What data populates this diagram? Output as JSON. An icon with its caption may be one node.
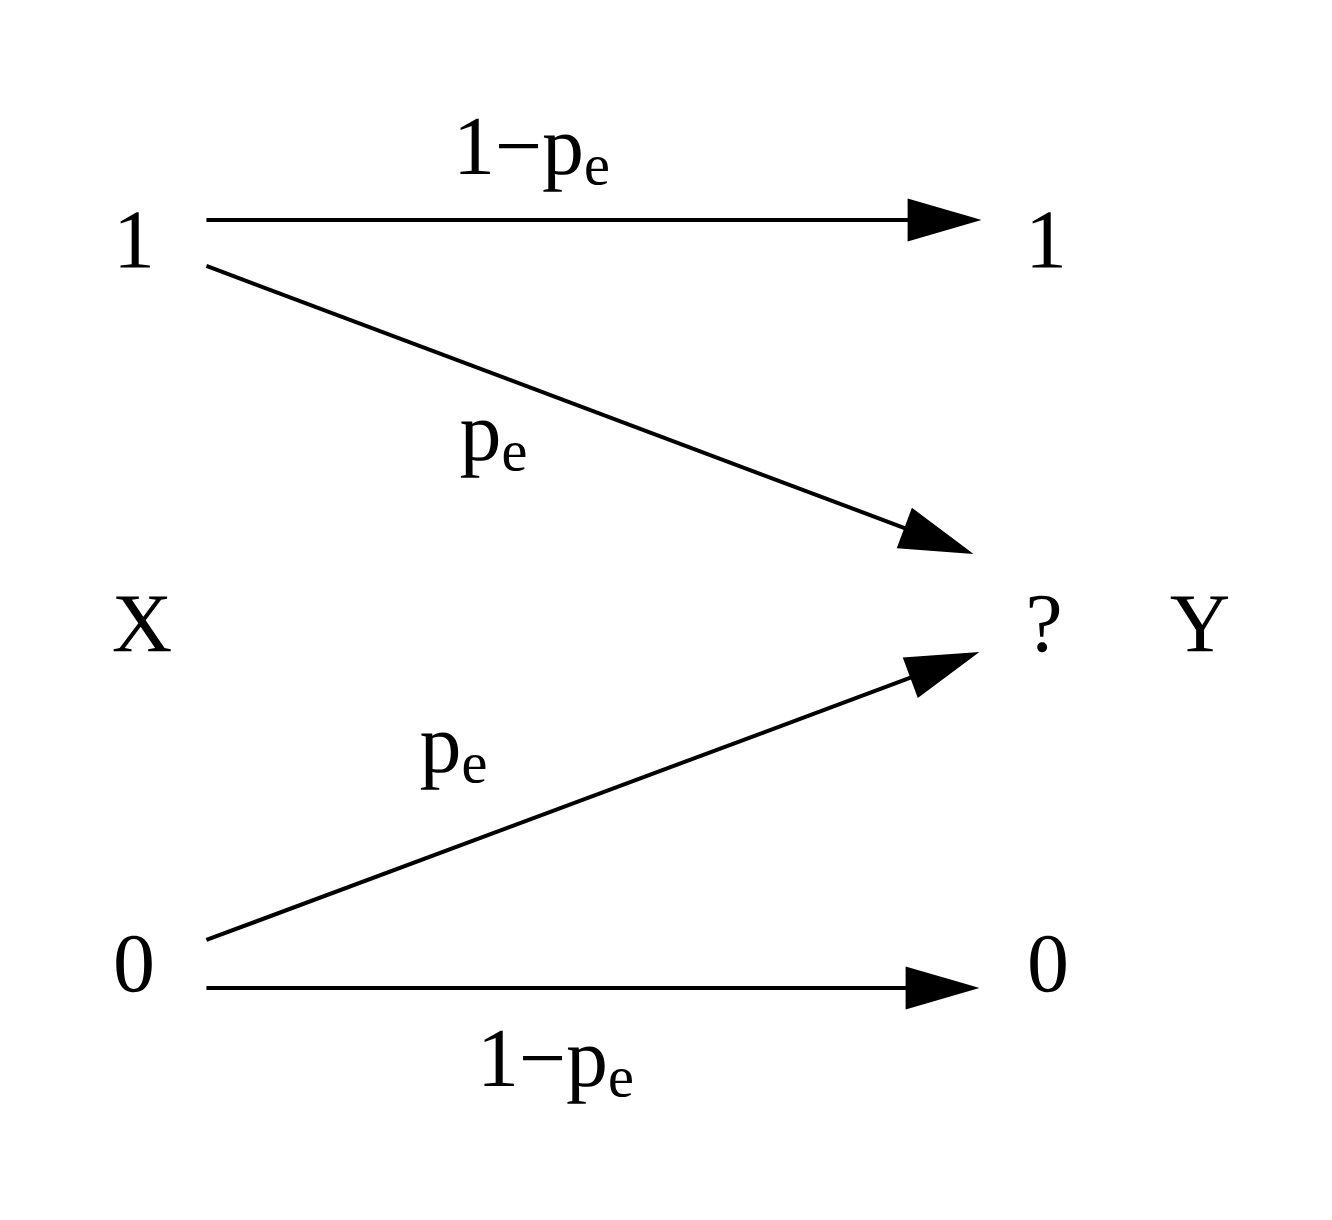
{
  "diagram": {
    "nodes": [
      {
        "text": [
          "1"
        ]
      },
      {
        "text": [
          "1"
        ]
      },
      {
        "text": [
          "?"
        ]
      },
      {
        "text": [
          "0"
        ]
      },
      {
        "text": [
          "0"
        ]
      }
    ],
    "edges": [
      {
        "from": 0,
        "to": 1,
        "arrow": "to",
        "label": "1−p$_{e}$"
      },
      {
        "from": 0,
        "to": 2,
        "arrow": "to",
        "label": "p$_{e}$"
      },
      {
        "from": 3,
        "to": 2,
        "arrow": "to",
        "label": "p$_{e}$"
      },
      {
        "from": 3,
        "to": 4,
        "arrow": "to",
        "label": "1−p$_{e}$"
      }
    ],
    "labels": [
      "X",
      "Y"
    ]
  }
}
